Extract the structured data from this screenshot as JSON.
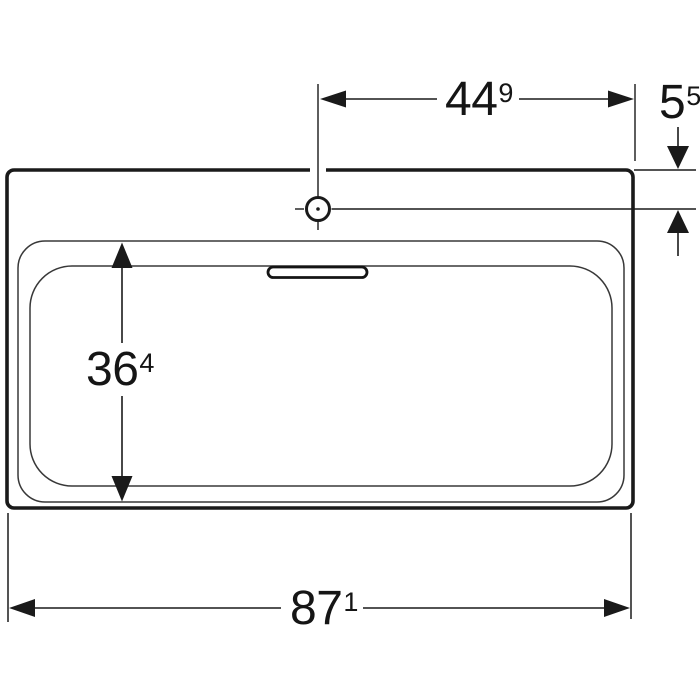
{
  "drawing": {
    "dimensions": {
      "tap_center_to_right_edge": {
        "value": "44",
        "sup": "9"
      },
      "front_edge_to_tap_center": {
        "value": "5",
        "sup": "5"
      },
      "basin_inner_depth": {
        "value": "36",
        "sup": "4"
      },
      "overall_width": {
        "value": "87",
        "sup": "1"
      }
    },
    "colors": {
      "line": "#1a1a1a",
      "contour": "#383838",
      "background": "#ffffff"
    }
  }
}
